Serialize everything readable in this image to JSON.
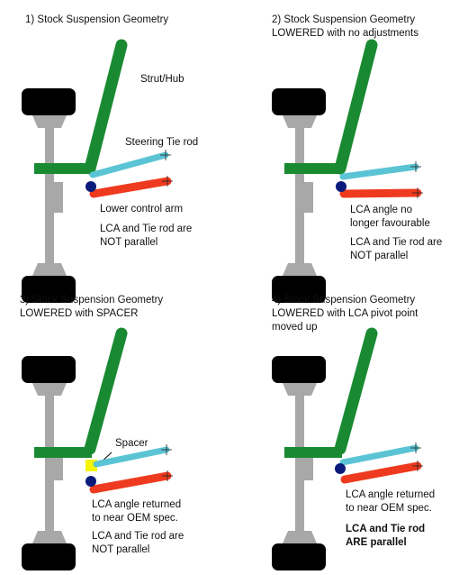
{
  "panels": [
    {
      "id": "p1",
      "title": "1) Stock Suspension Geometry",
      "subtitle": "",
      "labels": {
        "strut": "Strut/Hub",
        "tie_rod": "Steering Tie rod",
        "lca": "Lower control arm",
        "note": "LCA and Tie rod are\nNOT parallel"
      }
    },
    {
      "id": "p2",
      "title": "2) Stock Suspension Geometry",
      "subtitle": "LOWERED with no adjustments",
      "labels": {
        "angle_note": "LCA angle no\nlonger favourable",
        "note": "LCA and Tie rod are\nNOT parallel"
      }
    },
    {
      "id": "p3",
      "title": "3) Stock Suspension Geometry",
      "subtitle": "LOWERED with SPACER",
      "labels": {
        "spacer": "Spacer",
        "angle_note": "LCA angle returned\nto near OEM spec.",
        "note": "LCA and Tie rod are\nNOT parallel"
      }
    },
    {
      "id": "p4",
      "title": "4) Stock Suspension Geometry",
      "subtitle": "LOWERED with LCA pivot point\nmoved up",
      "labels": {
        "angle_note": "LCA angle returned\nto near OEM spec.",
        "note_bold": "LCA and Tie rod\nARE parallel"
      }
    }
  ],
  "colors": {
    "strut": "#1a8a32",
    "tie_rod": "#5bc4d4",
    "lca": "#ee3a1e",
    "pivot": "#0a1a7a",
    "spacer": "#f5f50a",
    "tire": "#000000",
    "hub": "#a8a8a8"
  }
}
